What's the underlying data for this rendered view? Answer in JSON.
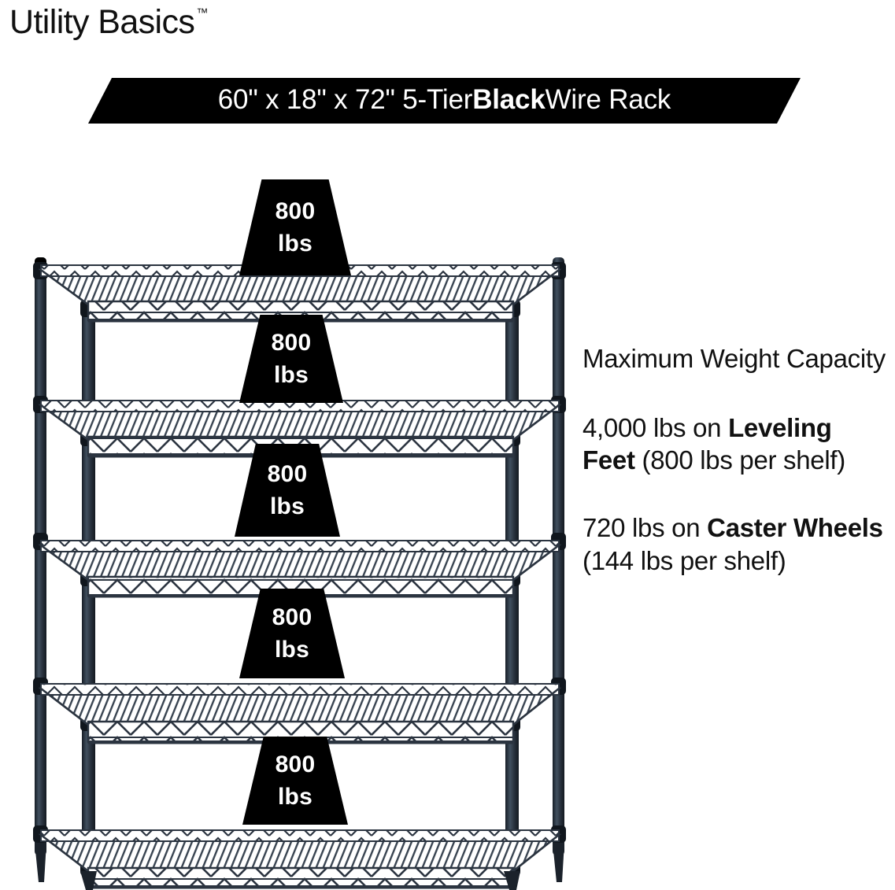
{
  "brand": {
    "name": "Utility Basics",
    "trademark": "™"
  },
  "banner": {
    "full_text": "60\" x 18\" x 72\" 5-Tier Black Wire Rack",
    "prefix": "60\" x 18\" x 72\" 5-Tier ",
    "emphasis": "Black",
    "suffix": " Wire Rack",
    "background_color": "#000000",
    "text_color": "#ffffff"
  },
  "capacity": {
    "heading": "Maximum Weight Capacity",
    "leveling": {
      "prefix": "4,000 lbs on ",
      "emphasis": "Leveling Feet",
      "suffix": " (800 lbs per shelf)"
    },
    "caster": {
      "prefix": "720 lbs on ",
      "emphasis": "Caster Wheels",
      "suffix": " (144 lbs per shelf)"
    }
  },
  "rack": {
    "tier_count": 5,
    "wire_color": "#2b3440",
    "post_color": "#222a35",
    "badges": [
      {
        "value": "800",
        "unit": "lbs"
      },
      {
        "value": "800",
        "unit": "lbs"
      },
      {
        "value": "800",
        "unit": "lbs"
      },
      {
        "value": "800",
        "unit": "lbs"
      },
      {
        "value": "800",
        "unit": "lbs"
      }
    ]
  }
}
